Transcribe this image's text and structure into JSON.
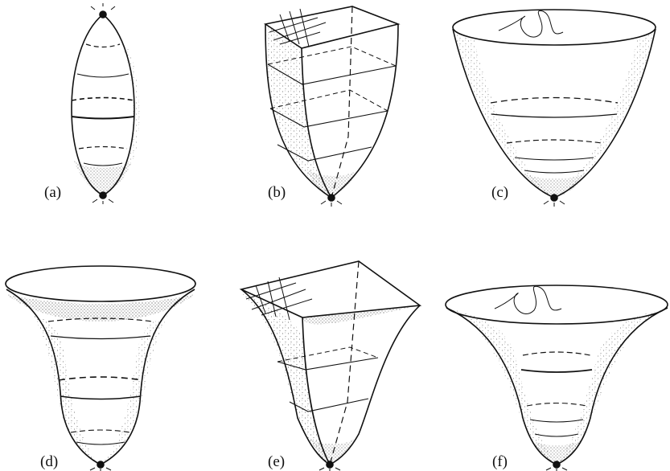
{
  "figure": {
    "background": "#ffffff",
    "ink": "#111111",
    "panels": [
      {
        "id": "a",
        "label": "(a)",
        "shape": "spindle (closed at both poles)",
        "tip_point": "bottom"
      },
      {
        "id": "b",
        "label": "(b)",
        "shape": "square-topped cone",
        "tip_point": "bottom"
      },
      {
        "id": "c",
        "label": "(c)",
        "shape": "parabolic cone, open circular top",
        "tip_point": "bottom"
      },
      {
        "id": "d",
        "label": "(d)",
        "shape": "flared horn, open circular top",
        "tip_point": "bottom"
      },
      {
        "id": "e",
        "label": "(e)",
        "shape": "flared square-topped horn",
        "tip_point": "bottom"
      },
      {
        "id": "f",
        "label": "(f)",
        "shape": "flared horn, open circular top",
        "tip_point": "bottom"
      }
    ]
  }
}
